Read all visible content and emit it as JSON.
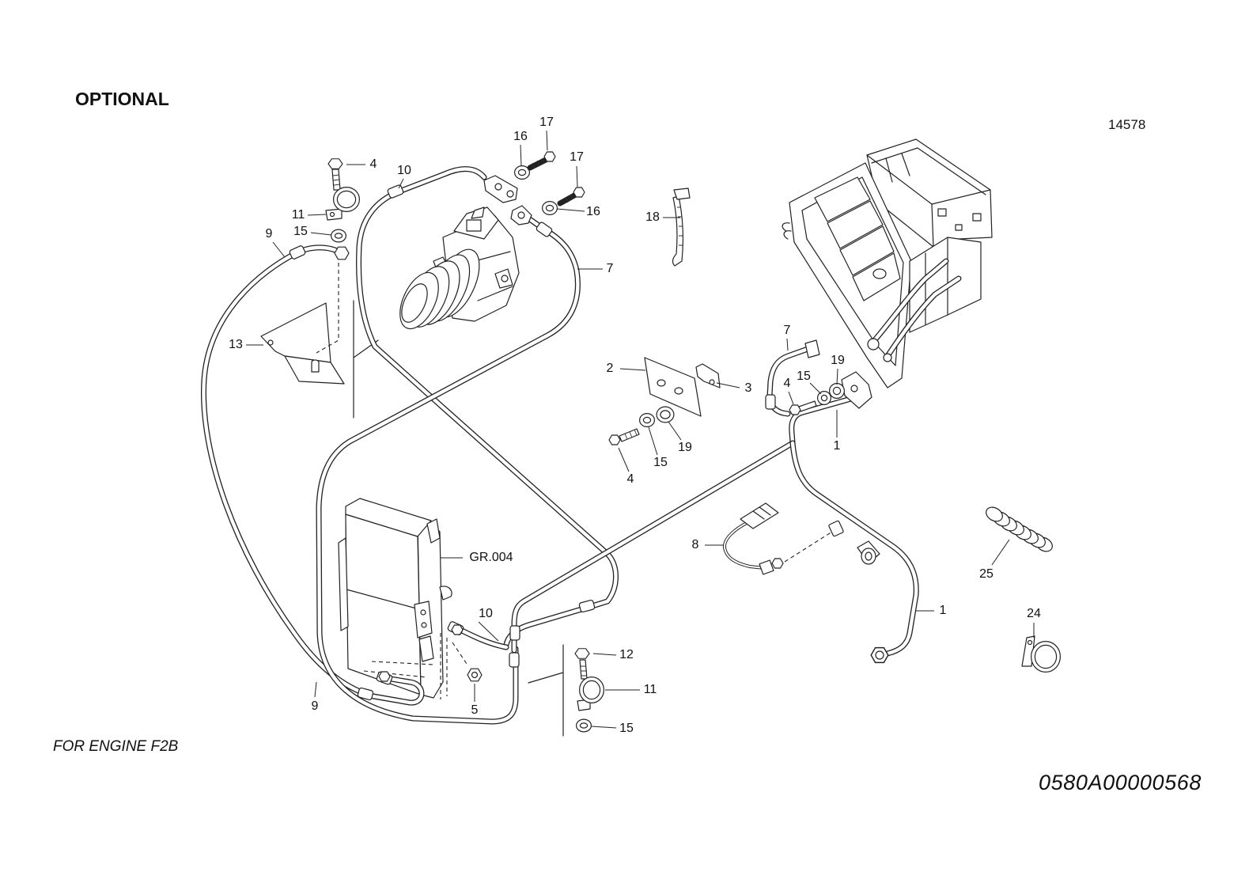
{
  "header": {
    "title": "OPTIONAL",
    "figure_number": "14578"
  },
  "footer": {
    "engine_note": "FOR ENGINE F2B",
    "drawing_code": "0580A00000568"
  },
  "group_reference": "GR.004",
  "callouts": [
    "4",
    "10",
    "11",
    "15",
    "9",
    "13",
    "16",
    "17",
    "17",
    "16",
    "7",
    "18",
    "2",
    "3",
    "4",
    "15",
    "19",
    "7",
    "15",
    "4",
    "19",
    "1",
    "8",
    "10",
    "12",
    "11",
    "15",
    "5",
    "9",
    "1",
    "25",
    "24"
  ]
}
